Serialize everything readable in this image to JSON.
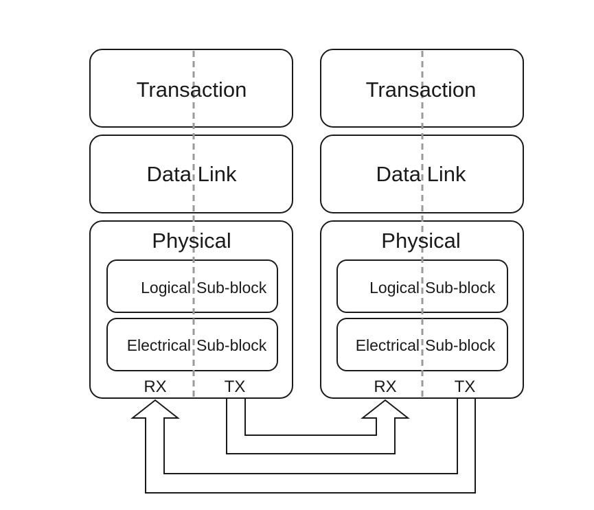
{
  "devices": [
    {
      "transaction": "Transaction",
      "data_link": "Data Link",
      "physical": "Physical",
      "logical_left": "Logical",
      "logical_right": "Sub-block",
      "electrical_left": "Electrical",
      "electrical_right": "Sub-block",
      "rx": "RX",
      "tx": "TX"
    },
    {
      "transaction": "Transaction",
      "data_link": "Data Link",
      "physical": "Physical",
      "logical_left": "Logical",
      "logical_right": "Sub-block",
      "electrical_left": "Electrical",
      "electrical_right": "Sub-block",
      "rx": "RX",
      "tx": "TX"
    }
  ],
  "links": [
    {
      "from": "device-1-tx",
      "to": "device-2-rx"
    },
    {
      "from": "device-2-tx",
      "to": "device-1-rx"
    }
  ],
  "colors": {
    "stroke": "#1a1a1a",
    "divider": "#9a9a9a",
    "background": "#ffffff"
  }
}
